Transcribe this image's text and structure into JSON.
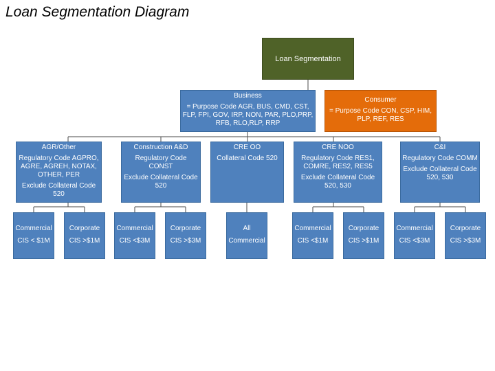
{
  "title": "Loan Segmentation Diagram",
  "root": {
    "label": "Loan Segmentation"
  },
  "business": {
    "label": "Business",
    "detail": "= Purpose Code AGR, BUS, CMD, CST, FLP, FPI, GOV, IRP, NON, PAR, PLO,PRP, RFB, RLO,RLP, RRP"
  },
  "consumer": {
    "label": "Consumer",
    "detail": "= Purpose Code CON, CSP, HIM, PLP, REF, RES"
  },
  "segments": [
    {
      "label": "AGR/Other",
      "line1": "Regulatory Code AGPRO, AGRE, AGREH, NOTAX, OTHER, PER",
      "line2": "Exclude Collateral Code 520"
    },
    {
      "label": "Construction A&D",
      "line1": "Regulatory Code CONST",
      "line2": "Exclude Collateral Code 520"
    },
    {
      "label": "CRE OO",
      "line1": "Collateral Code 520",
      "line2": ""
    },
    {
      "label": "CRE NOO",
      "line1": "Regulatory Code RES1, COMRE, RES2, RES5",
      "line2": "Exclude Collateral Code 520, 530"
    },
    {
      "label": "C&I",
      "line1": "Regulatory Code COMM",
      "line2": "Exclude Collateral Code 520, 530"
    }
  ],
  "leaves": [
    {
      "label": "Commercial",
      "value": "CIS < $1M"
    },
    {
      "label": "Corporate",
      "value": "CIS >$1M"
    },
    {
      "label": "Commercial",
      "value": "CIS <$3M"
    },
    {
      "label": "Corporate",
      "value": "CIS >$3M"
    },
    {
      "label": "All",
      "value": "Commercial"
    },
    {
      "label": "Commercial",
      "value": "CIS <$1M"
    },
    {
      "label": "Corporate",
      "value": "CIS >$1M"
    },
    {
      "label": "Commercial",
      "value": "CIS <$3M"
    },
    {
      "label": "Corporate",
      "value": "CIS >$3M"
    }
  ],
  "colors": {
    "blue": "#4f81bd",
    "green": "#4f6228",
    "orange": "#e46c0a"
  }
}
